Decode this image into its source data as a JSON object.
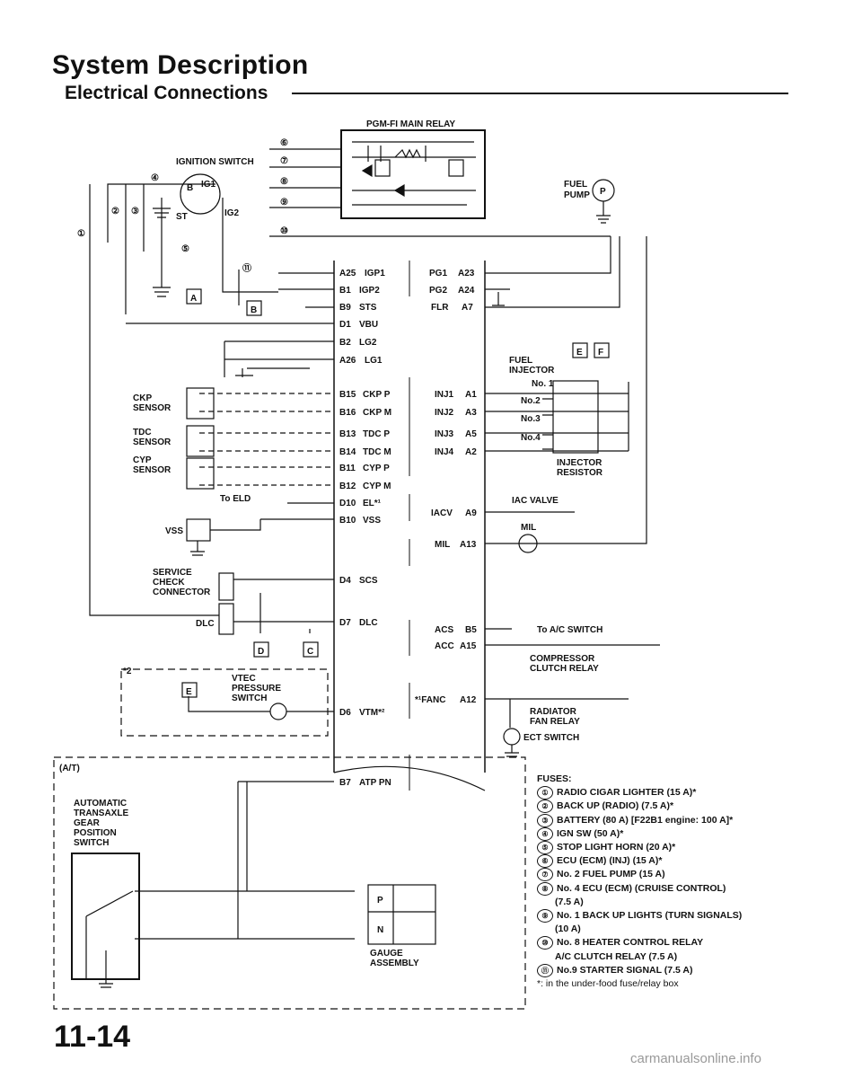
{
  "header": {
    "title": "System Description",
    "subtitle": "Electrical Connections"
  },
  "labels": {
    "main_relay": "PGM-FI MAIN RELAY",
    "ignition_switch": "IGNITION SWITCH",
    "sw_b": "B",
    "sw_ig1": "IG1",
    "sw_st": "ST",
    "sw_ig2": "IG2",
    "fuel_pump": "FUEL",
    "fuel_pump2": "PUMP",
    "pump_p": "P",
    "fuel_injector": "FUEL",
    "fuel_injector2": "INJECTOR",
    "inj_no1": "No. 1",
    "inj_no2": "No.2",
    "inj_no3": "No.3",
    "inj_no4": "No.4",
    "injector_resistor": "INJECTOR",
    "injector_resistor2": "RESISTOR",
    "ckp": "CKP",
    "ckp2": "SENSOR",
    "tdc": "TDC",
    "tdc2": "SENSOR",
    "cyp": "CYP",
    "cyp2": "SENSOR",
    "to_eld": "To ELD",
    "vss": "VSS",
    "service1": "SERVICE",
    "service2": "CHECK",
    "service3": "CONNECTOR",
    "dlc": "DLC",
    "iac_valve": "IAC VALVE",
    "mil": "MIL",
    "to_ac": "To A/C SWITCH",
    "comp1": "COMPRESSOR",
    "comp2": "CLUTCH RELAY",
    "rad1": "RADIATOR",
    "rad2": "FAN RELAY",
    "ect": "ECT SWITCH",
    "vtec1": "VTEC",
    "vtec2": "PRESSURE",
    "vtec3": "SWITCH",
    "star2": "*2",
    "at": "(A/T)",
    "at1": "AUTOMATIC",
    "at2": "TRANSAXLE",
    "at3": "GEAR",
    "at4": "POSITION",
    "at5": "SWITCH",
    "gauge1": "GAUGE",
    "gauge2": "ASSEMBLY",
    "p": "P",
    "n": "N",
    "gA": "A",
    "gB": "B",
    "gC": "C",
    "gD": "D",
    "gE": "E",
    "gF": "F",
    "gE2": "E"
  },
  "circles": {
    "c1": "①",
    "c2": "②",
    "c3": "③",
    "c4": "④",
    "c5": "⑤",
    "c6": "⑥",
    "c7": "⑦",
    "c8": "⑧",
    "c9": "⑨",
    "c10": "⑩",
    "c11": "⑪"
  },
  "ecm_left": [
    {
      "id": "A25",
      "name": "IGP1"
    },
    {
      "id": "B1",
      "name": "IGP2"
    },
    {
      "id": "B9",
      "name": "STS"
    },
    {
      "id": "D1",
      "name": "VBU"
    },
    {
      "id": "B2",
      "name": "LG2"
    },
    {
      "id": "A26",
      "name": "LG1"
    },
    {
      "id": "B15",
      "name": "CKP  P"
    },
    {
      "id": "B16",
      "name": "CKP  M"
    },
    {
      "id": "B13",
      "name": "TDC  P"
    },
    {
      "id": "B14",
      "name": "TDC  M"
    },
    {
      "id": "B11",
      "name": "CYP  P"
    },
    {
      "id": "B12",
      "name": "CYP M"
    },
    {
      "id": "D10",
      "name": "EL*¹"
    },
    {
      "id": "B10",
      "name": "VSS"
    },
    {
      "id": "D4",
      "name": "SCS"
    },
    {
      "id": "D7",
      "name": "DLC"
    },
    {
      "id": "D6",
      "name": "VTM*²"
    },
    {
      "id": "B7",
      "name": "ATP  PN"
    }
  ],
  "ecm_right": [
    {
      "name": "PG1",
      "id": "A23"
    },
    {
      "name": "PG2",
      "id": "A24"
    },
    {
      "name": "FLR",
      "id": "A7"
    },
    {
      "name": "INJ1",
      "id": "A1"
    },
    {
      "name": "INJ2",
      "id": "A3"
    },
    {
      "name": "INJ3",
      "id": "A5"
    },
    {
      "name": "INJ4",
      "id": "A2"
    },
    {
      "name": "IACV",
      "id": "A9"
    },
    {
      "name": "MIL",
      "id": "A13"
    },
    {
      "name": "ACS",
      "id": "B5"
    },
    {
      "name": "ACC",
      "id": "A15"
    },
    {
      "name": "*¹FANC",
      "id": "A12"
    }
  ],
  "fuses": {
    "heading": "FUSES:",
    "f1": "RADIO CIGAR LIGHTER (15 A)*",
    "f2": "BACK UP (RADIO) (7.5 A)*",
    "f3": "BATTERY (80 A) [F22B1 engine: 100 A]*",
    "f4": "IGN SW (50 A)*",
    "f5": "STOP LIGHT HORN (20 A)*",
    "f6": "ECU (ECM) (INJ) (15 A)*",
    "f7": "No. 2 FUEL PUMP (15 A)",
    "f8": "No. 4 ECU (ECM) (CRUISE CONTROL)",
    "f8b": "(7.5 A)",
    "f9": "No. 1 BACK UP LIGHTS (TURN SIGNALS)",
    "f9b": "(10 A)",
    "f10": "No. 8 HEATER CONTROL RELAY",
    "f10b": "A/C CLUTCH RELAY (7.5 A)",
    "f11": "No.9 STARTER SIGNAL (7.5 A)",
    "note": "*: in the under-food fuse/relay box"
  },
  "page_number": "11-14",
  "watermark": "carmanualsonline.info"
}
